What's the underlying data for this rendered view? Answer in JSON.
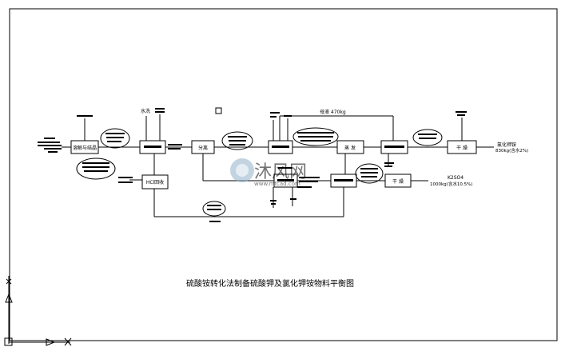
{
  "title": "硫酸铵转化法制备硫酸钾及氯化钾铵物料平衡图",
  "nodes": {
    "n1": "溶解与结晶",
    "n3": "分离",
    "n5": "蒸 发",
    "n7": "干 燥",
    "n8": "HCl回收",
    "n10": "干 燥"
  },
  "labels": {
    "top_left": "水洗",
    "top_line": "母液 470kg",
    "product1_name": "氯化钾铵",
    "product1_qty": "830kg(含水2%)",
    "product2_name": "K2SO4",
    "product2_qty": "1000kg(含水10.5%)"
  },
  "watermark": {
    "brand": "沐风网",
    "url": "www.mfcad.com"
  },
  "colors": {
    "line": "#000000",
    "background": "#ffffff",
    "watermark": "#8fb1c9"
  }
}
